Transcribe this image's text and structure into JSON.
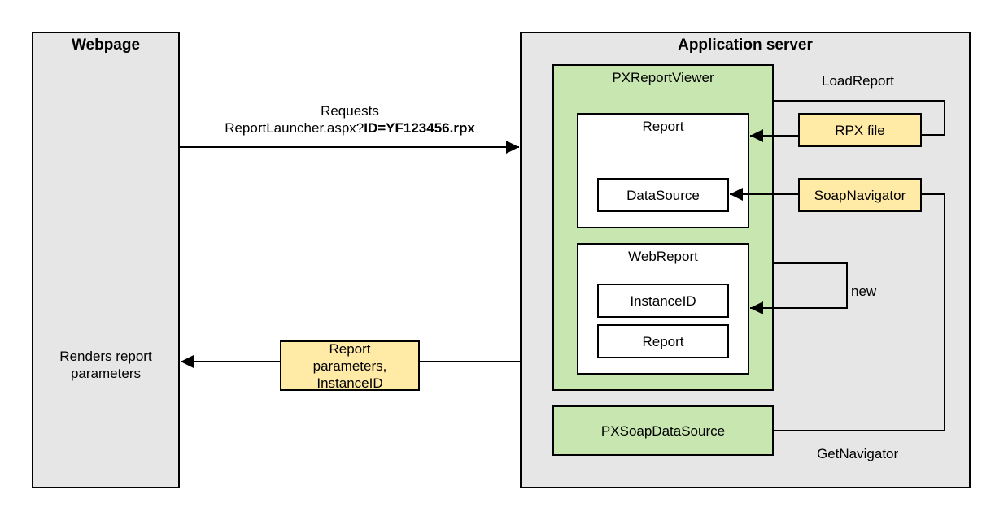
{
  "webpage": {
    "title": "Webpage",
    "renders_text": "Renders report parameters"
  },
  "app_server": {
    "title": "Application server"
  },
  "request": {
    "line1": "Requests",
    "line2_prefix": "ReportLauncher.aspx?",
    "line2_bold": "ID=YF123456.rpx"
  },
  "response": {
    "label": "Report parameters, InstanceID"
  },
  "viewer": {
    "title": "PXReportViewer",
    "report": {
      "title": "Report",
      "datasource": "DataSource"
    },
    "webreport": {
      "title": "WebReport",
      "instance_id": "InstanceID",
      "report": "Report"
    }
  },
  "rpx_file": "RPX file",
  "soap_navigator": "SoapNavigator",
  "soap_datasource": "PXSoapDataSource",
  "labels": {
    "load_report": "LoadReport",
    "new": "new",
    "get_navigator": "GetNavigator"
  },
  "colors": {
    "container_fill": "#e6e6e6",
    "green_fill": "#c8e6b0",
    "yellow_fill": "#ffeaa6",
    "stroke": "#000000"
  }
}
